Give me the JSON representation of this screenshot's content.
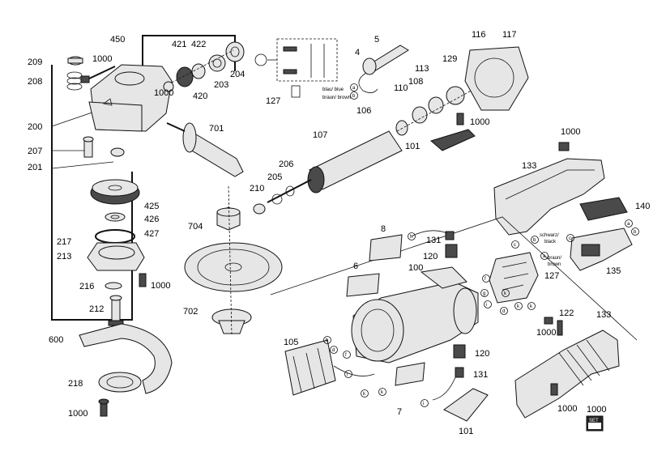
{
  "labels": {
    "l450": "450",
    "l421": "421",
    "l422": "422",
    "l209": "209",
    "l208": "208",
    "l200": "200",
    "l207": "207",
    "l201": "201",
    "l203": "203",
    "l204": "204",
    "l420": "420",
    "l701": "701",
    "l1000": "1000",
    "l425": "425",
    "l426": "426",
    "l427": "427",
    "l217": "217",
    "l213": "213",
    "l216": "216",
    "l212": "212",
    "l600": "600",
    "l218": "218",
    "l704": "704",
    "l702": "702",
    "l210": "210",
    "l205": "205",
    "l206": "206",
    "l127": "127",
    "l4": "4",
    "l5": "5",
    "l116": "116",
    "l117": "117",
    "l129": "129",
    "l113": "113",
    "l108": "108",
    "l110": "110",
    "l106": "106",
    "l107": "107",
    "l101": "101",
    "l133": "133",
    "l140": "140",
    "l135": "135",
    "l8": "8",
    "l6": "6",
    "l100": "100",
    "l131": "131",
    "l120": "120",
    "l105": "105",
    "l7": "7",
    "l122": "122",
    "l1000b": "1000"
  },
  "wire_notes": {
    "blue": "blau/ blue",
    "brown": "braun/ brown",
    "black2": "schwarz/",
    "black": "black",
    "braun": "braun/",
    "brown2": "brown"
  },
  "letters": {
    "a": "a",
    "b": "b",
    "c": "c",
    "d": "d",
    "f": "f",
    "h": "h",
    "i": "i",
    "k": "k",
    "g": "g"
  },
  "set_badge": {
    "top": "1000",
    "word": "SET"
  }
}
